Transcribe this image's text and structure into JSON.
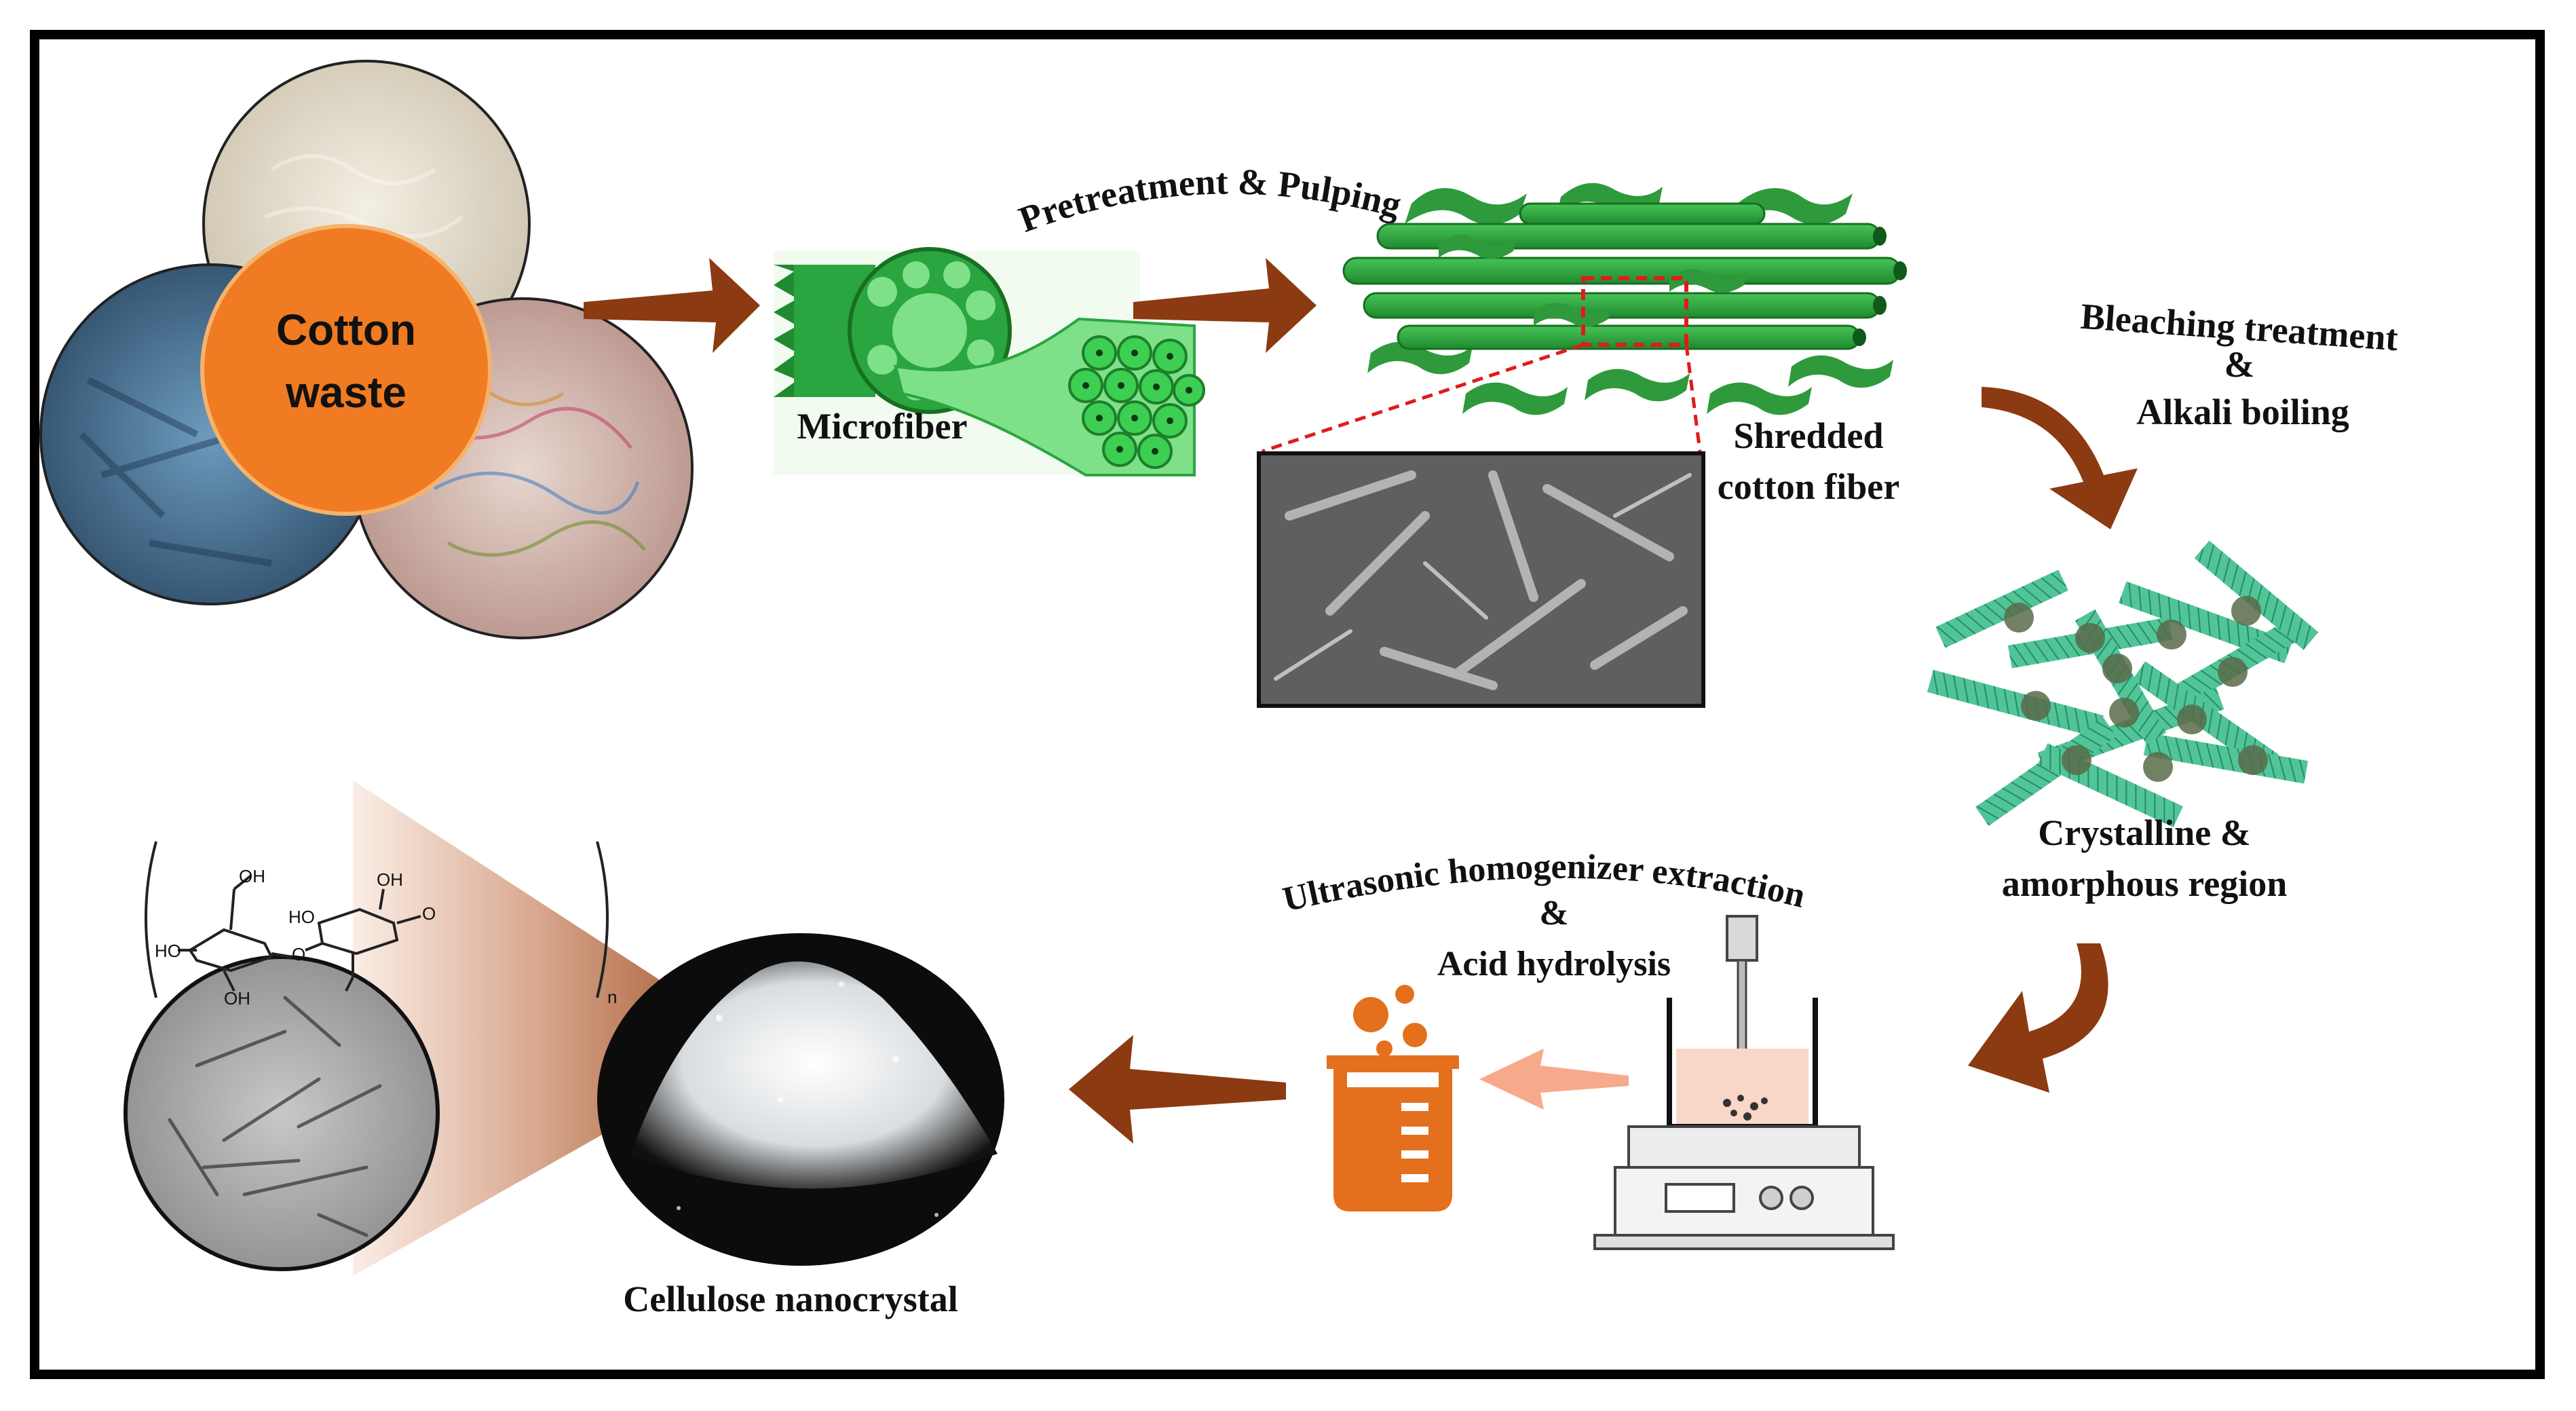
{
  "cotton_waste": {
    "line1": "Cotton",
    "line2": "waste"
  },
  "microfiber": {
    "label": "Microfiber"
  },
  "pretreatment": {
    "label": "Pretreatment & Pulping"
  },
  "shredded": {
    "line1": "Shredded",
    "line2": "cotton fiber"
  },
  "bleaching": {
    "line1": "Bleaching treatment",
    "line2": "&",
    "line3": "Alkali boiling"
  },
  "crystalline": {
    "line1": "Crystalline &",
    "line2": "amorphous region"
  },
  "ultrasonic": {
    "line1": "Ultrasonic homogenizer extraction",
    "line2": "&",
    "line3": "Acid hydrolysis"
  },
  "cnc": {
    "label": "Cellulose nanocrystal"
  },
  "structure": {
    "oh1": "OH",
    "oh2": "OH",
    "oh3": "OH",
    "ho1": "HO",
    "ho2": "HO",
    "o1": "O",
    "o2": "O",
    "n": "n"
  },
  "colors": {
    "arrow": "#8b3a12",
    "orange": "#f07b22",
    "green": "#2aa540",
    "light_green": "#58d36a",
    "beaker": "#e4701e"
  }
}
